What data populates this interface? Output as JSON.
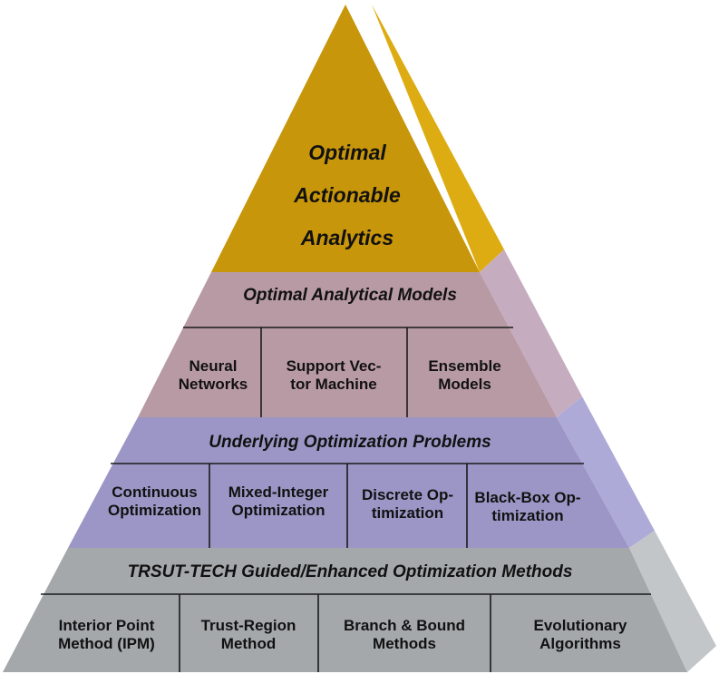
{
  "apex": {
    "lines": [
      "Optimal",
      "Actionable",
      "Analytics"
    ]
  },
  "tiers": [
    {
      "title": "Optimal Analytical Models",
      "cells": [
        [
          "Neural",
          "Networks"
        ],
        [
          "Support Vec-",
          "tor Machine"
        ],
        [
          "Ensemble",
          "Models"
        ]
      ]
    },
    {
      "title": "Underlying Optimization Problems",
      "cells": [
        [
          "Continuous",
          "Optimization"
        ],
        [
          "Mixed-Integer",
          "Optimization"
        ],
        [
          "Discrete Op-",
          "timization"
        ],
        [
          "Black-Box Op-",
          "timization"
        ]
      ]
    },
    {
      "title": "TRSUT-TECH Guided/Enhanced Optimization Methods",
      "cells": [
        [
          "Interior Point",
          "Method (IPM)"
        ],
        [
          "Trust-Region",
          "Method"
        ],
        [
          "Branch & Bound",
          "Methods"
        ],
        [
          "Evolutionary",
          "Algorithms"
        ]
      ]
    }
  ],
  "colors": {
    "apex_front": "#c8960a",
    "apex_side": "#dcac12",
    "tier1_front": "#b89aa4",
    "tier1_side": "#c6acbf",
    "tier2_front": "#9c96c6",
    "tier2_side": "#aeaad8",
    "tier3_front": "#a4a8ab",
    "tier3_side": "#c2c6c9",
    "divider": "#1a1a1a"
  }
}
